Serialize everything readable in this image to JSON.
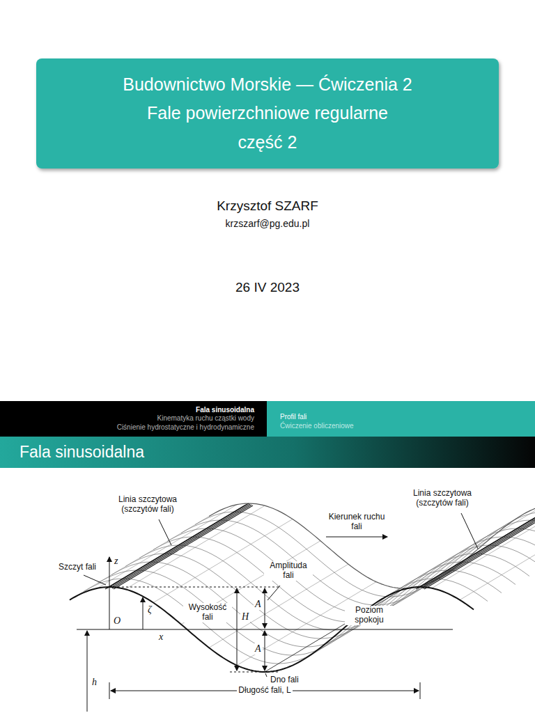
{
  "diagram": {
    "nodes": [
      {
        "text": [
          "Budownictwo Morskie — Ćwiczenia 2",
          "Fale powierzchniowe regularne",
          "część 2"
        ]
      },
      {
        "text": [
          "Fala sinusoidalna",
          "Kinematyka ruchu cząstki wody",
          "Ciśnienie hydrostatyczne i hydrodynamiczne"
        ]
      },
      {
        "text": [
          "Profil fali",
          "Ćwiczenie obliczeniowe"
        ]
      },
      {
        "text": [
          "Fala sinusoidalna"
        ]
      }
    ],
    "labels": [
      "Krzysztof SZARF",
      "krzszarf@pg.edu.pl",
      "26 IV 2023",
      "Linia szczytowa (szczytów fali)",
      "Kierunek ruchu fali",
      "Linia szczytowa (szczytów fali)",
      "Szczyt fali",
      "z",
      "Amplituda fali",
      "Wysokość fali",
      "ζ",
      "H",
      "A",
      "O",
      "x",
      "Poziom spokoju",
      "A",
      "Dno fali",
      "h",
      "Długość fali, L"
    ]
  }
}
